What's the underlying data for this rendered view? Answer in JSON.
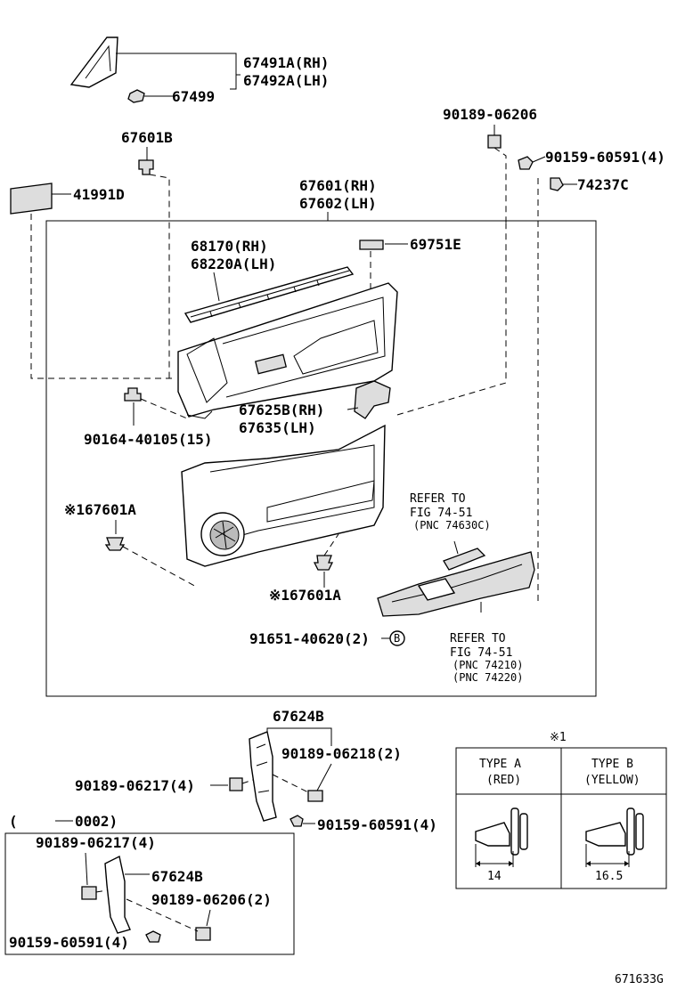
{
  "labels": {
    "p67491a": "67491A(RH)",
    "p67492a": "67492A(LH)",
    "p67499": "67499",
    "p67601b": "67601B",
    "p41991d": "41991D",
    "p90189_06206": "90189-06206",
    "p90159_60591_4": "90159-60591(4)",
    "p74237c": "74237C",
    "p67601_rh": "67601(RH)",
    "p67602_lh": "67602(LH)",
    "p68170_rh": "68170(RH)",
    "p68220a_lh": "68220A(LH)",
    "p69751e": "69751E",
    "p67625b_rh": "67625B(RH)",
    "p67635_lh": "67635(LH)",
    "p90164_40105": "90164-40105(15)",
    "p67601a_left": "※167601A",
    "p67601a_right": "※167601A",
    "refer1_a": "REFER TO",
    "refer1_b": "FIG 74-51",
    "refer1_c": "(PNC 74630C)",
    "p91651_40620": "91651-40620(2)",
    "circle_b": "B",
    "refer2_a": "REFER TO",
    "refer2_b": "FIG 74-51",
    "refer2_c": "(PNC 74210)",
    "refer2_d": "(PNC 74220)",
    "p67624b_top": "67624B",
    "p90189_06218": "90189-06218(2)",
    "p90189_06217_top": "90189-06217(4)",
    "p90159_60591_mid": "90159-60591(4)",
    "range_open": "(",
    "range_val": "0002)",
    "p90189_06217_box": "90189-06217(4)",
    "p67624b_box": "67624B",
    "p90189_06206_box": "90189-06206(2)",
    "p90159_60591_box": "90159-60591(4)",
    "diagram_code": "671633G"
  },
  "note_table": {
    "mark": "※1",
    "type_a_line1": "TYPE A",
    "type_a_line2": "(RED)",
    "type_b_line1": "TYPE B",
    "type_b_line2": "(YELLOW)",
    "dim_a": "14",
    "dim_b": "16.5"
  }
}
